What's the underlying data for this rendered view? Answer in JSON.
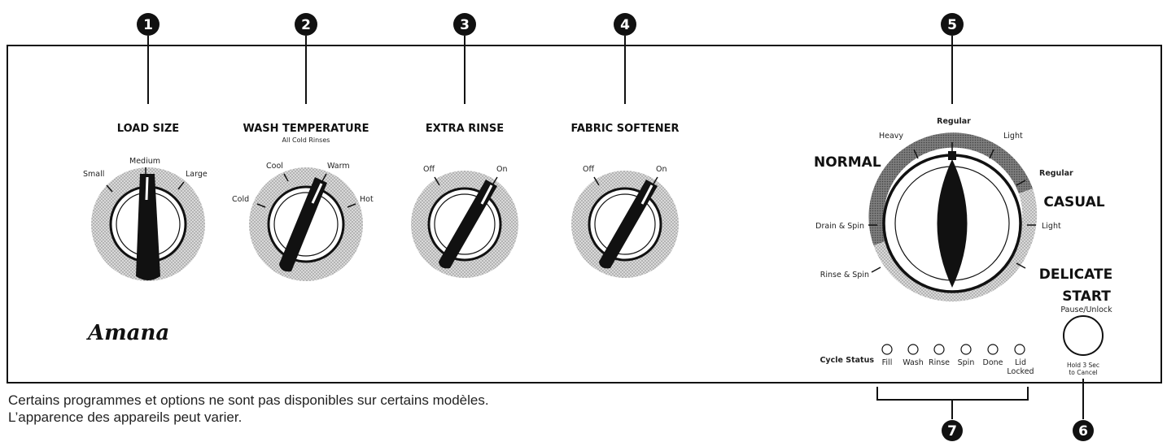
{
  "brand": "Amana",
  "controls": [
    {
      "num": "1",
      "title": "LOAD SIZE",
      "subtitle": "",
      "positions": [
        "Small",
        "Medium",
        "Large"
      ]
    },
    {
      "num": "2",
      "title": "WASH TEMPERATURE",
      "subtitle": "All Cold Rinses",
      "positions": [
        "Cold",
        "Cool",
        "Warm",
        "Hot"
      ]
    },
    {
      "num": "3",
      "title": "EXTRA RINSE",
      "subtitle": "",
      "positions": [
        "Off",
        "On"
      ]
    },
    {
      "num": "4",
      "title": "FABRIC SOFTENER",
      "subtitle": "",
      "positions": [
        "Off",
        "On"
      ]
    }
  ],
  "cycle_dial": {
    "num": "5",
    "groups": [
      "NORMAL",
      "CASUAL",
      "DELICATE"
    ],
    "labels": [
      "Heavy",
      "Regular",
      "Light",
      "Regular",
      "Light",
      "Drain & Spin",
      "Rinse & Spin"
    ]
  },
  "start": {
    "num": "6",
    "title": "START",
    "subtitle": "Pause/Unlock",
    "note_line1": "Hold 3 Sec",
    "note_line2": "to Cancel"
  },
  "cycle_status": {
    "num": "7",
    "label": "Cycle Status",
    "lights": [
      "Fill",
      "Wash",
      "Rinse",
      "Spin",
      "Done",
      "Lid"
    ],
    "lid_line2": "Locked"
  },
  "footnotes": [
    "Certains programmes et options ne sont pas disponibles sur certains modèles.",
    "L’apparence des appareils peut varier."
  ]
}
